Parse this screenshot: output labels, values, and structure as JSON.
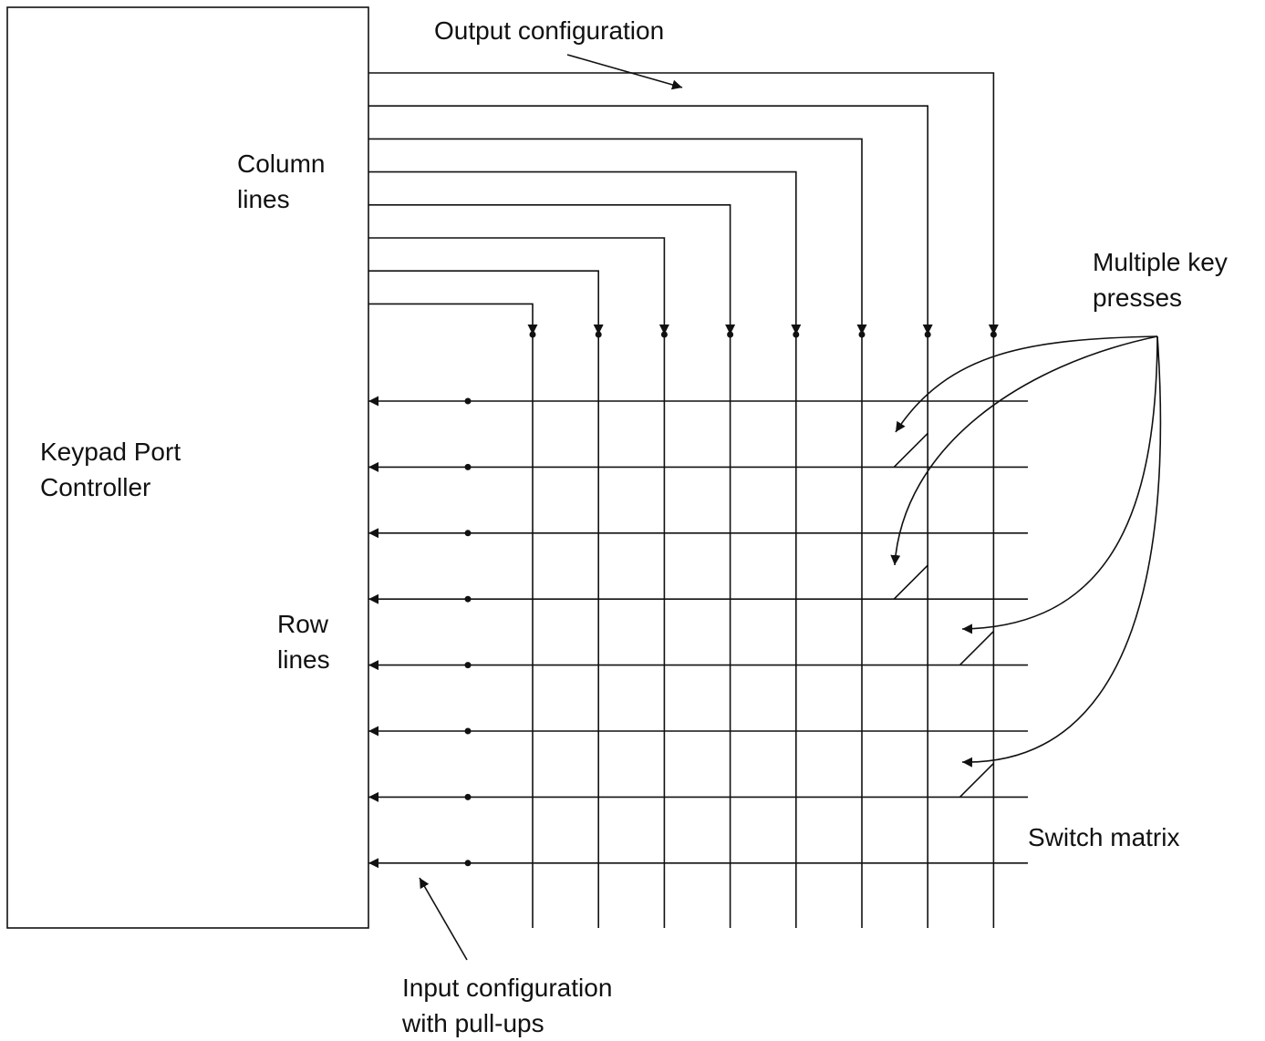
{
  "labels": {
    "controller": [
      "Keypad Port",
      "Controller"
    ],
    "column_lines": [
      "Column",
      "lines"
    ],
    "row_lines": [
      "Row",
      "lines"
    ],
    "output_configuration": "Output configuration",
    "input_configuration": [
      "Input configuration",
      "with pull-ups"
    ],
    "multiple_key_presses": [
      "Multiple key",
      "presses"
    ],
    "switch_matrix": "Switch matrix"
  },
  "matrix": {
    "column_count": 8,
    "row_count": 8,
    "pressed_keys": [
      {
        "column": 7,
        "row": 2
      },
      {
        "column": 7,
        "row": 4
      },
      {
        "column": 8,
        "row": 5
      },
      {
        "column": 8,
        "row": 7
      }
    ]
  },
  "colors": {
    "stroke": "#111111",
    "background": "#ffffff"
  }
}
